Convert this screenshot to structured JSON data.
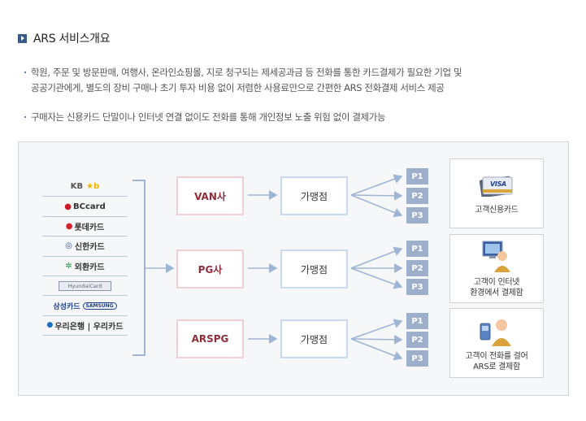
{
  "header": {
    "title": "ARS 서비스개요"
  },
  "description": {
    "line1": "학원, 주문 및 방문판매, 여행사, 온라인쇼핑몰, 지로 청구되는 제세공과금 등 전화를 통한 카드결제가 필요한 기업 및",
    "line1b": "공공기관에게, 별도의 장비 구매나 초기 투자 비용 없이 저렴한 사용료만으로 간편한 ARS 전화결제 서비스 제공",
    "line2": "구매자는 신용카드 단말이나 인터넷 연결 없이도 전화를 통해 개인정보 노출 위험 없이 결제가능"
  },
  "cards": {
    "kb_a": "KB",
    "kb_b": "★b",
    "bc_a": "●",
    "bc_b": "BCcard",
    "lotte_a": "●",
    "lotte_b": "롯데카드",
    "shinhan_a": "◎",
    "shinhan_b": "신한카드",
    "ext_a": "✲",
    "ext_b": "외환카드",
    "hyundai": "HyundaiCard",
    "samsung_a": "삼성카드",
    "samsung_b": "SAMSUNG",
    "woori_a": "●",
    "woori_b": "우리은행 | 우리카드"
  },
  "providers": {
    "van": "VAN사",
    "pg": "PG사",
    "arspg": "ARSPG"
  },
  "merchant": {
    "label": "가맹점"
  },
  "ptags": [
    "P1",
    "P2",
    "P3"
  ],
  "customers": {
    "c1_line1": "고객신용카드",
    "c2_line1": "고객이 인터넷",
    "c2_line2": "환경에서 결제함",
    "c3_line1": "고객이 전화를 걸어",
    "c3_line2": "ARS로 결제함"
  },
  "colors": {
    "accent": "#3a5a8c",
    "provider_text": "#8e2e3a",
    "ptag_bg": "#9eafcc",
    "arrow": "#9fb5d6"
  }
}
